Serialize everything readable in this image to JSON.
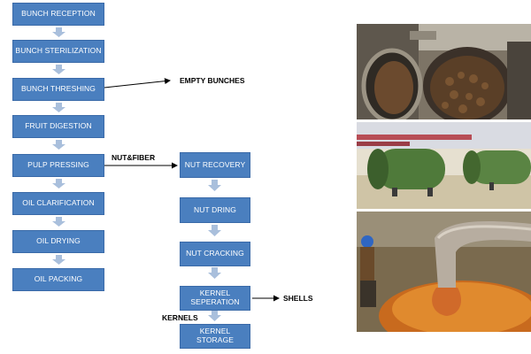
{
  "left_column": [
    {
      "label": "BUNCH RECEPTION"
    },
    {
      "label": "BUNCH STERILIZATION"
    },
    {
      "label": "BUNCH THRESHING"
    },
    {
      "label": "FRUIT DIGESTION"
    },
    {
      "label": "PULP PRESSING"
    },
    {
      "label": "OIL CLARIFICATION"
    },
    {
      "label": "OIL DRYING"
    },
    {
      "label": "OIL PACKING"
    }
  ],
  "right_column": [
    {
      "label": "NUT RECOVERY"
    },
    {
      "label": "NUT DRING"
    },
    {
      "label": "NUT CRACKING"
    },
    {
      "label": "KERNEL SEPERATION"
    },
    {
      "label": "KERNEL STORAGE"
    }
  ],
  "side_labels": {
    "empty_bunches": "EMPTY BUNCHES",
    "nut_fiber": "NUT&FIBER",
    "shells": "SHELLS",
    "kernels": "KERNELS"
  },
  "colors": {
    "box_fill": "#4a7fbf",
    "connector_arrow": "#a9bfdc"
  }
}
